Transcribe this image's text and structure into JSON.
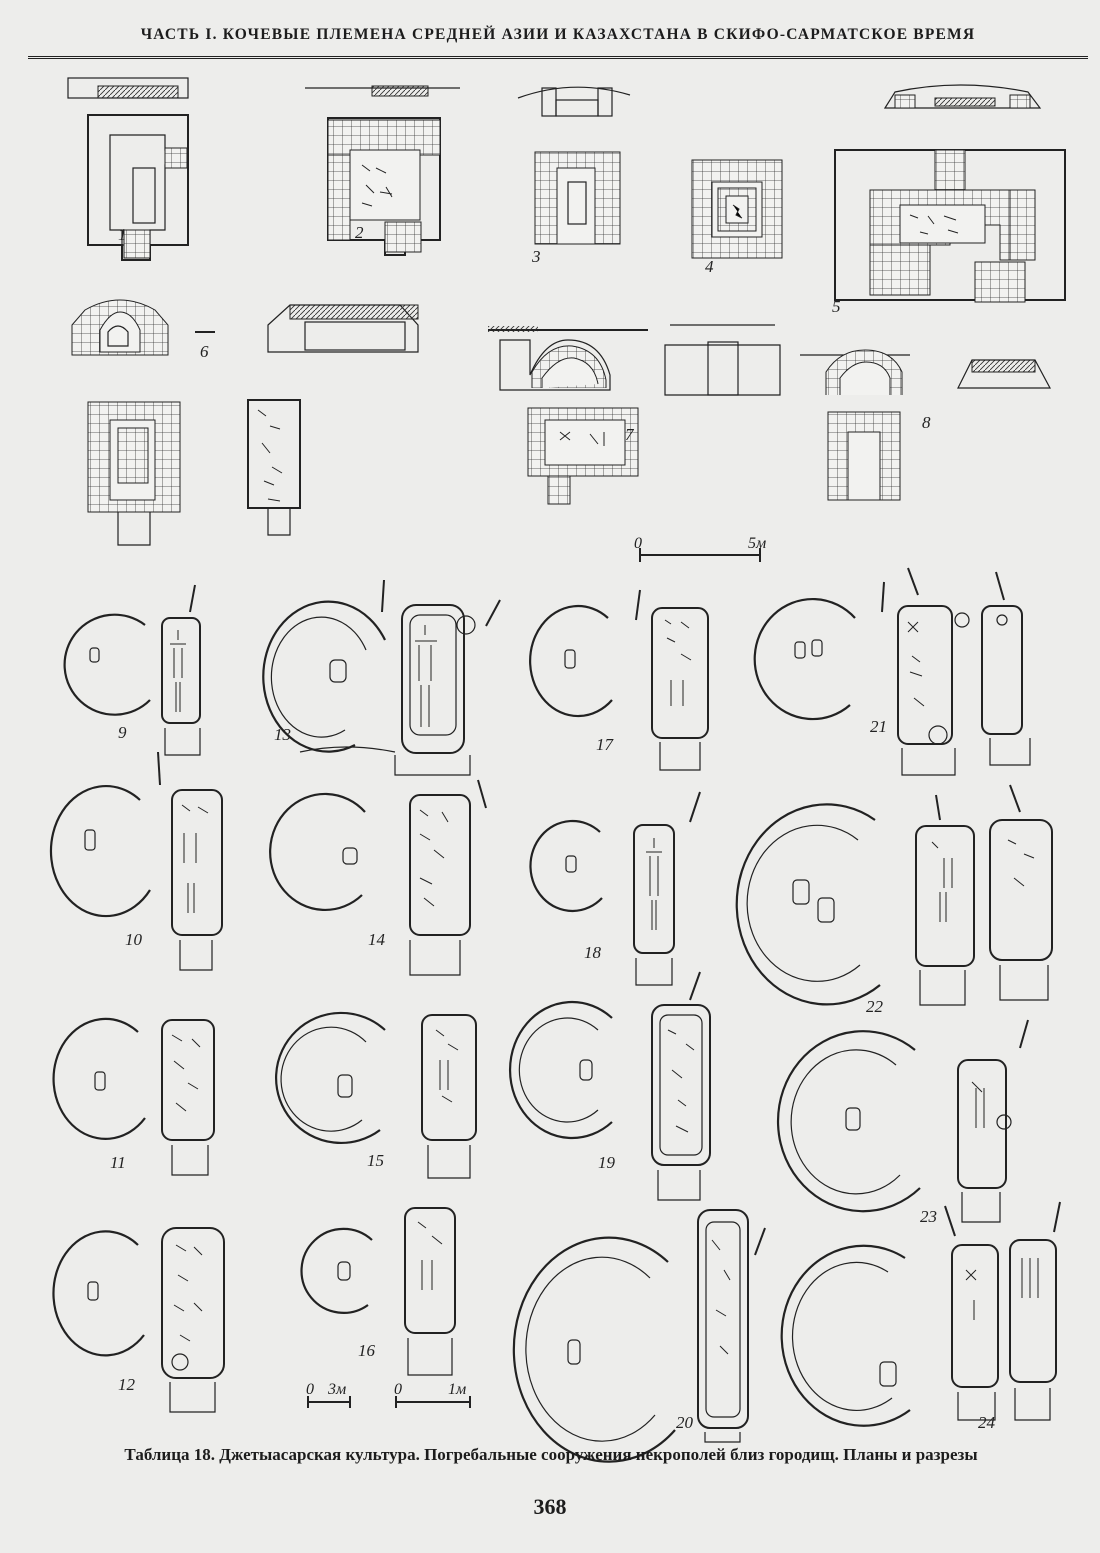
{
  "header": {
    "running_title": "ЧАСТЬ I. КОЧЕВЫЕ ПЛЕМЕНА СРЕДНЕЙ АЗИИ И КАЗАХСТАНА В СКИФО-САРМАТСКОЕ ВРЕМЯ"
  },
  "figures": {
    "labels": [
      "1",
      "2",
      "3",
      "4",
      "5",
      "6",
      "7",
      "8",
      "9",
      "10",
      "11",
      "12",
      "13",
      "14",
      "15",
      "16",
      "17",
      "18",
      "19",
      "20",
      "21",
      "22",
      "23",
      "24"
    ]
  },
  "scales": {
    "scale_5m_zero": "0",
    "scale_5m_end": "5м",
    "scale_3m_zero": "0",
    "scale_3m_end": "3м",
    "scale_1m_zero": "0",
    "scale_1m_end": "1м"
  },
  "caption": {
    "text": "Таблица 18. Джетыасарская культура. Погребальные сооружения некрополей близ городищ. Планы и разрезы"
  },
  "footer": {
    "page_number": "368"
  }
}
